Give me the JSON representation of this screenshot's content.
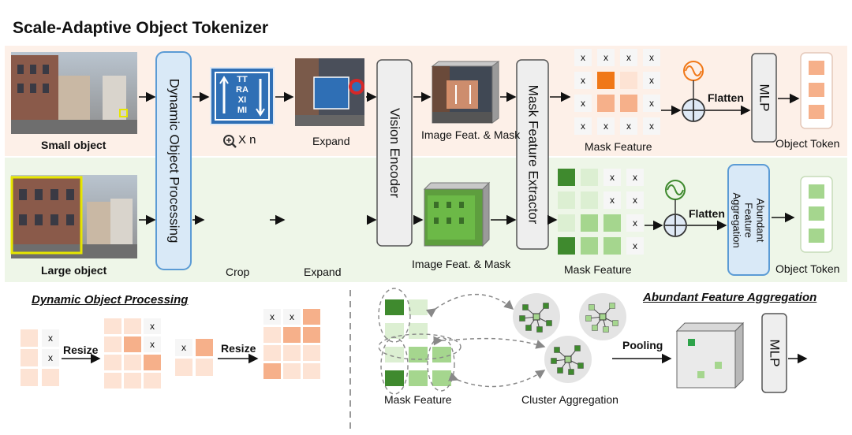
{
  "title": "Scale-Adaptive Object Tokenizer",
  "small_row": {
    "label": "Small object",
    "zoom_label": "X n",
    "expand_label": "Expand",
    "image_feat_label": "Image Feat. & Mask",
    "mask_feature_label": "Mask Feature",
    "flatten_label": "Flatten",
    "mlp_label": "MLP",
    "object_token_label": "Object Token",
    "sign_text": [
      "TT",
      "RA",
      "XI",
      "MI"
    ]
  },
  "large_row": {
    "label": "Large object",
    "crop_label": "Crop",
    "expand_label": "Expand",
    "image_feat_label": "Image Feat. & Mask",
    "mask_feature_label": "Mask Feature",
    "flatten_label": "Flatten",
    "aggregation_label": "Abundant Feature Aggregation",
    "object_token_label": "Object Token"
  },
  "blocks": {
    "dynamic_processing": "Dynamic Object Processing",
    "vision_encoder": "Vision Encoder",
    "mask_extractor": "Mask Feature Extractor"
  },
  "bottom_left": {
    "title": "Dynamic Object Processing",
    "resize_label_1": "Resize",
    "resize_label_2": "Resize",
    "x_mark": "x"
  },
  "bottom_right": {
    "title": "Abundant Feature Aggregation",
    "mask_feature_label": "Mask Feature",
    "cluster_label": "Cluster Aggregation",
    "pooling_label": "Pooling",
    "mlp_label": "MLP"
  },
  "colors": {
    "small_bg": "#fdf0e8",
    "large_bg": "#eef6e8",
    "block_blue_fill": "#d9e9f7",
    "block_blue_stroke": "#5b9bd5",
    "block_gray_fill": "#eeeeee",
    "orange_dark": "#f07818",
    "orange_mid": "#f6b08a",
    "orange_light": "#fde3d4",
    "green_dark": "#3f8a2e",
    "green_mid": "#a5d68e",
    "green_light": "#dcefd2"
  }
}
